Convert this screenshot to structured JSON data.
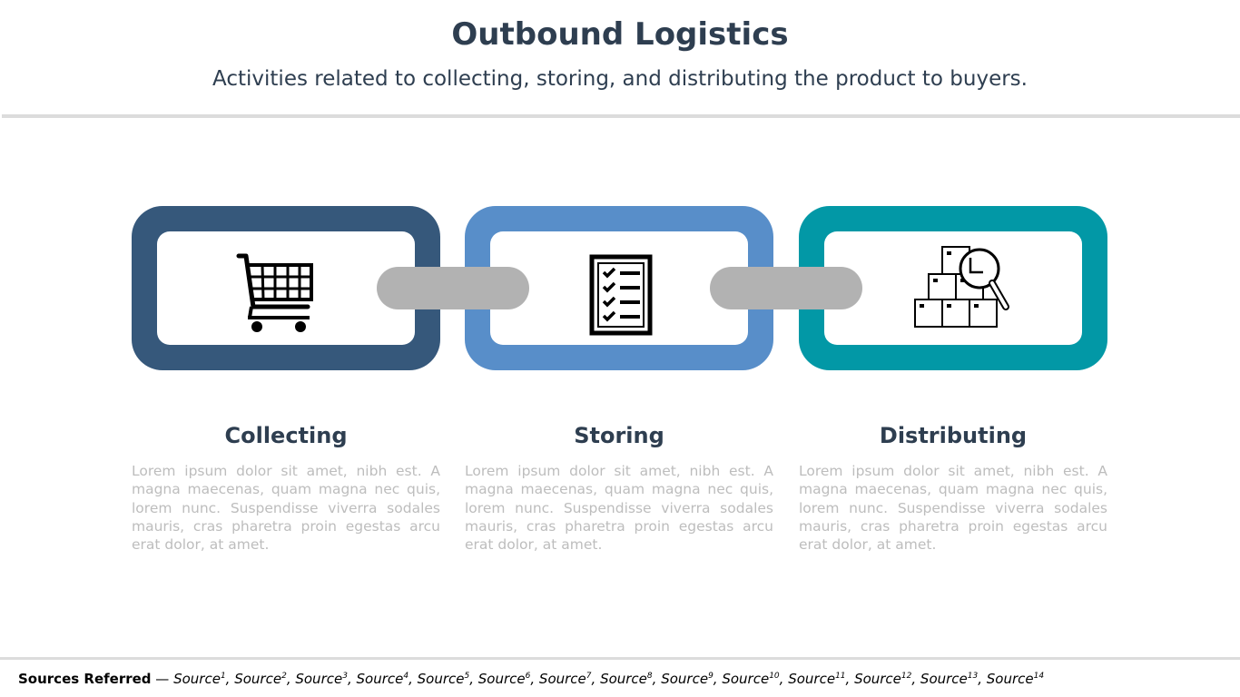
{
  "header": {
    "title": "Outbound Logistics",
    "subtitle": "Activities related to collecting, storing, and distributing the product to buyers."
  },
  "colors": {
    "link_1": "#36587b",
    "link_2": "#588ec9",
    "link_3": "#0298a6",
    "connector": "#b2b2b2",
    "heading": "#2e3e50",
    "body_text": "#bdbdbd"
  },
  "steps": [
    {
      "title": "Collecting",
      "icon": "shopping-cart-icon",
      "description": "Lorem ipsum dolor sit amet, nibh est. A magna maecenas, quam magna nec quis, lorem nunc. Suspendisse viverra sodales mauris, cras pharetra proin egestas arcu erat dolor, at amet."
    },
    {
      "title": "Storing",
      "icon": "checklist-icon",
      "description": "Lorem ipsum dolor sit amet, nibh est. A magna maecenas, quam magna nec quis, lorem nunc. Suspendisse viverra sodales mauris, cras pharetra proin egestas arcu erat dolor, at amet."
    },
    {
      "title": "Distributing",
      "icon": "boxes-search-icon",
      "description": "Lorem ipsum dolor sit amet, nibh est. A magna maecenas, quam magna nec quis, lorem nunc. Suspendisse viverra sodales mauris, cras pharetra proin egestas arcu erat dolor, at amet."
    }
  ],
  "footer": {
    "label": "Sources Referred",
    "separator": " — ",
    "source_name": "Source",
    "sources": [
      "1",
      "2",
      "3",
      "4",
      "5",
      "6",
      "7",
      "8",
      "9",
      "10",
      "11",
      "12",
      "13",
      "14"
    ]
  }
}
